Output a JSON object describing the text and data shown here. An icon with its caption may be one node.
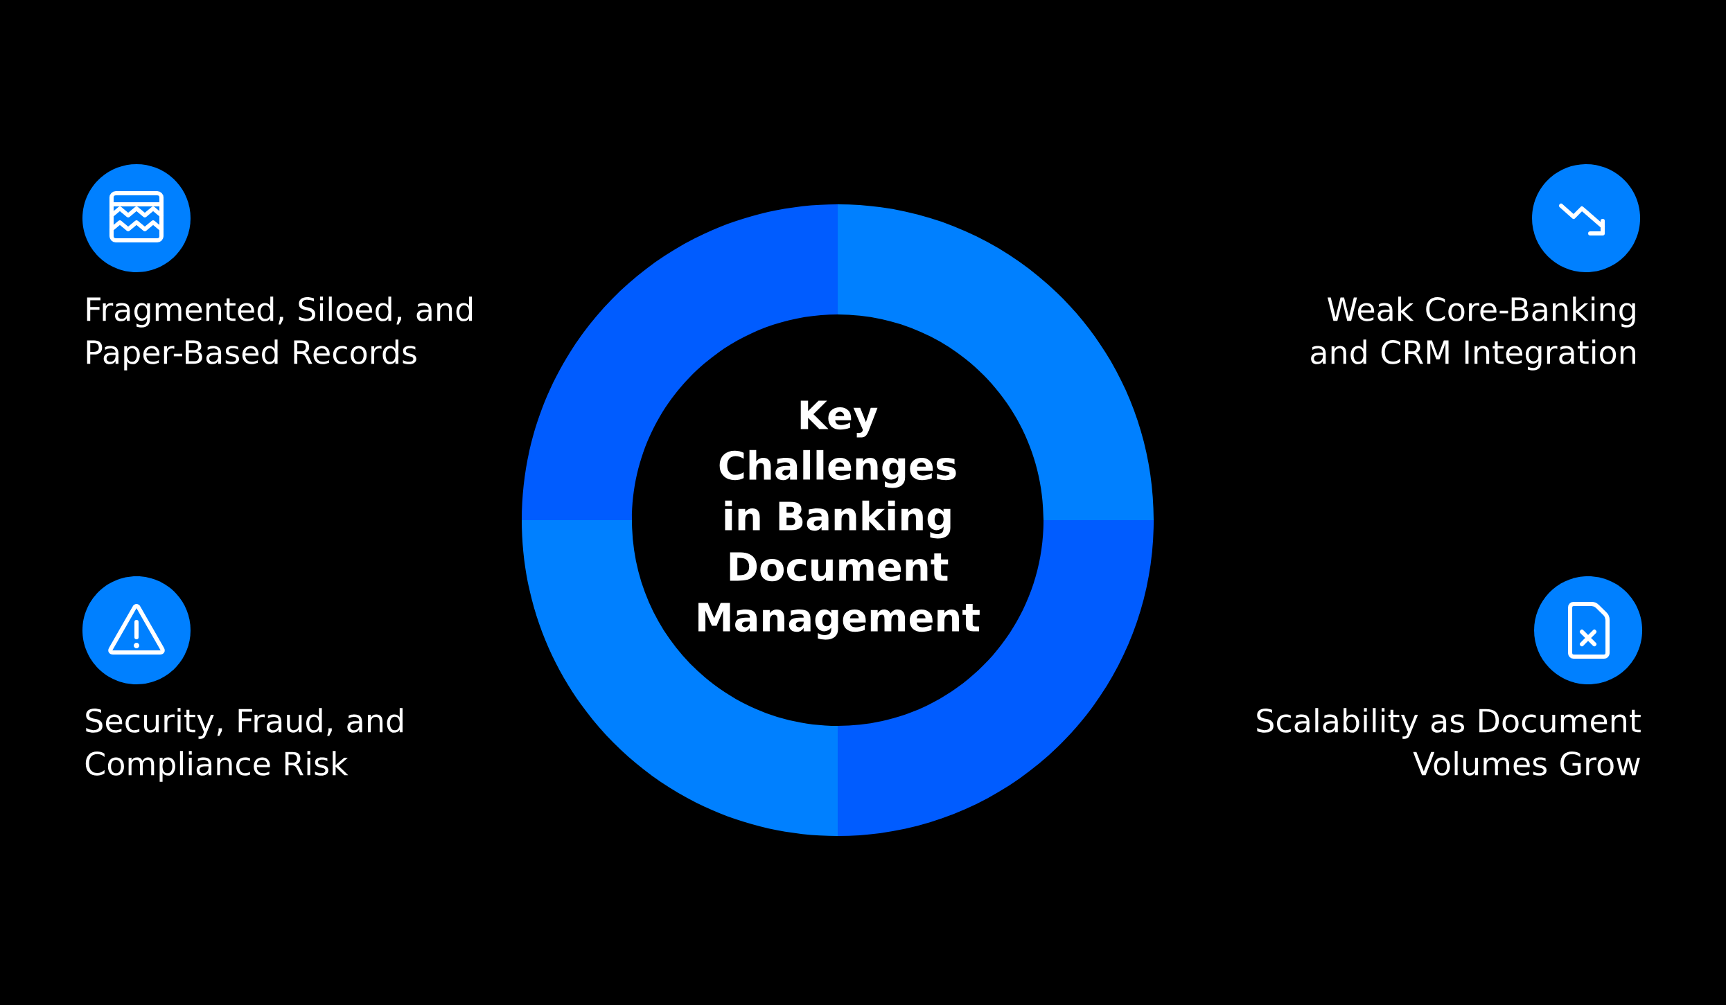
{
  "diagram": {
    "nodes": [
      {
        "text": [
          "Key Challenges in Banking Document Management"
        ]
      },
      {
        "text": [
          "Fragmented, Siloed, and Paper-Based Records"
        ]
      },
      {
        "text": [
          "Weak Core-Banking and CRM Integration"
        ]
      },
      {
        "text": [
          "Security, Fraud, and Compliance Risk"
        ]
      },
      {
        "text": [
          "Scalability as Document Volumes Grow"
        ]
      }
    ]
  }
}
